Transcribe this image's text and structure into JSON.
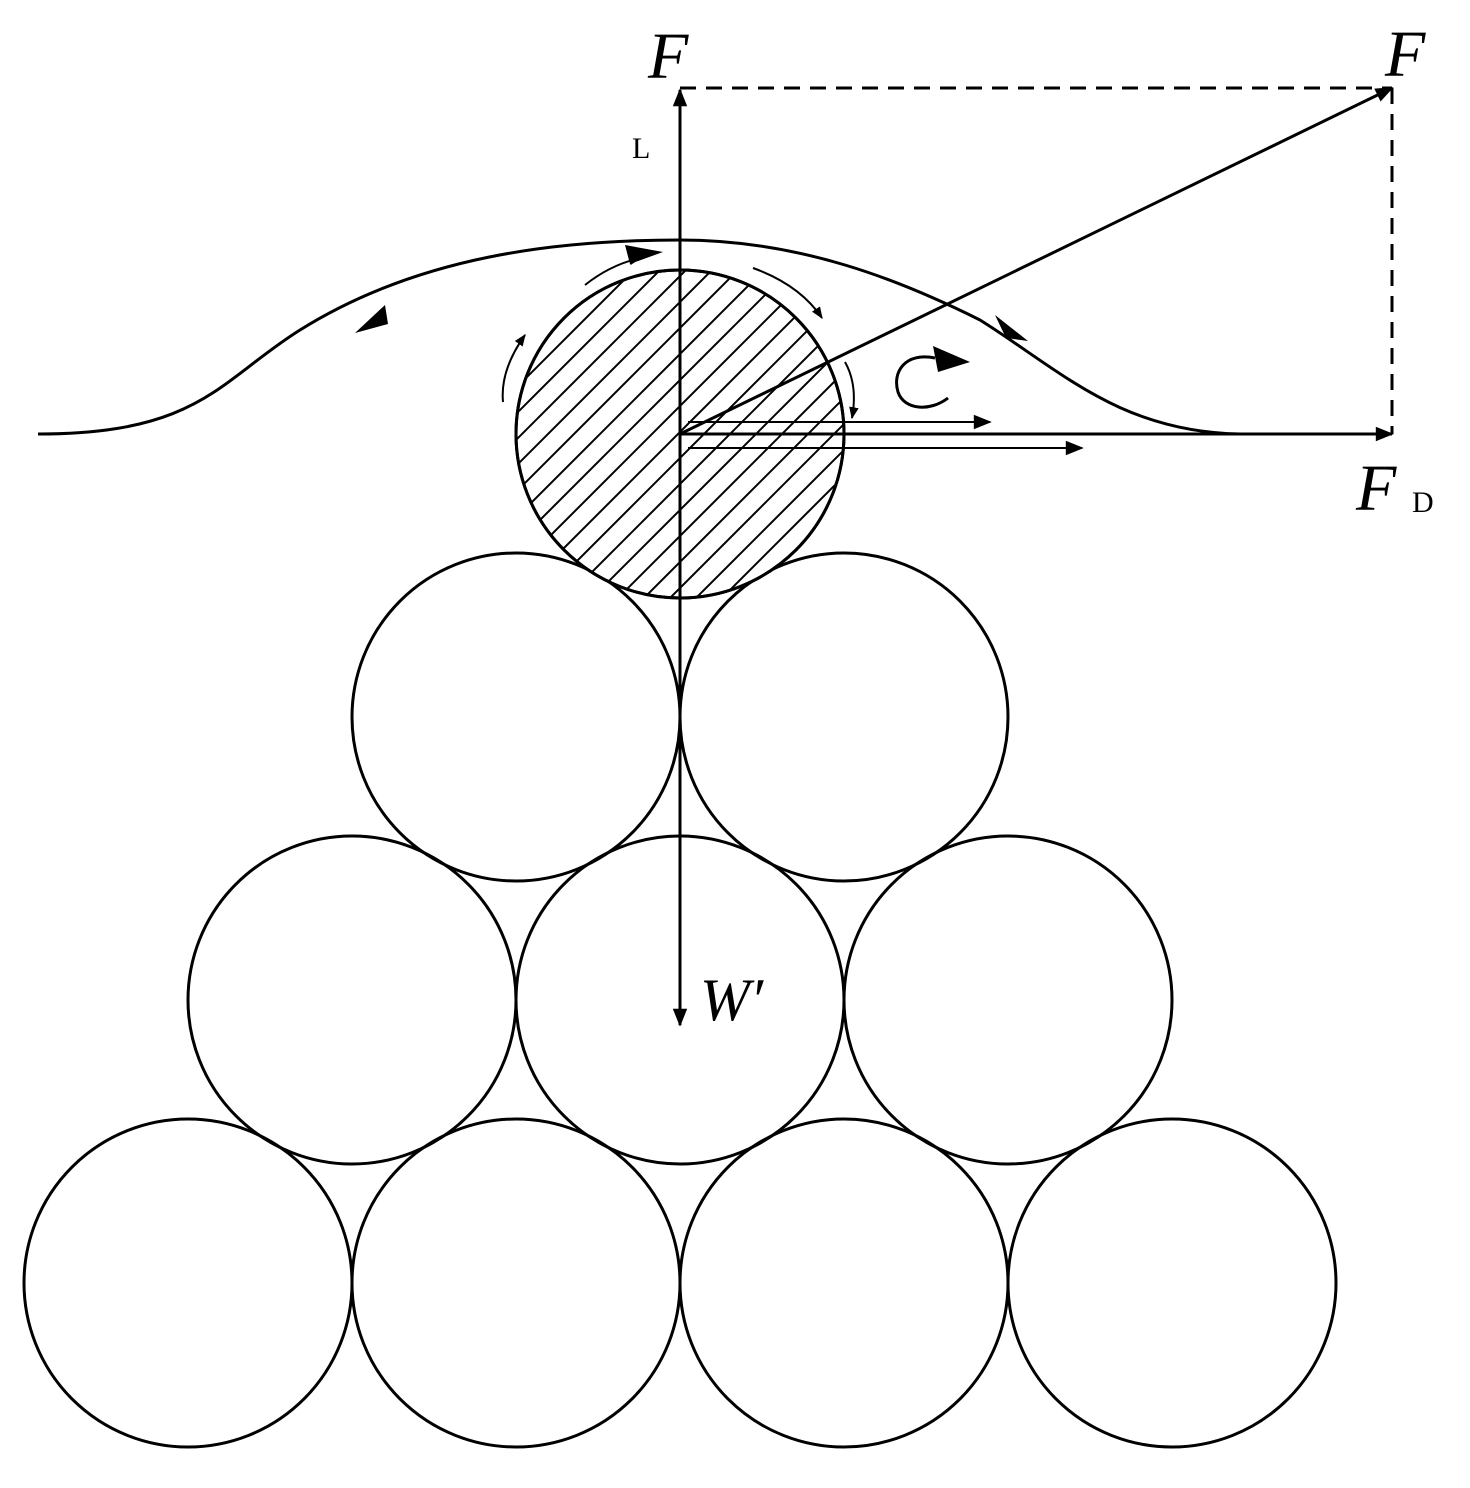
{
  "labels": {
    "lift_symbol": "F",
    "lift_subscript": "L",
    "resultant_symbol": "F",
    "drag_symbol": "F",
    "drag_subscript": "D",
    "weight_symbol": "W′"
  },
  "colors": {
    "ink": "#000000",
    "background": "#ffffff"
  }
}
